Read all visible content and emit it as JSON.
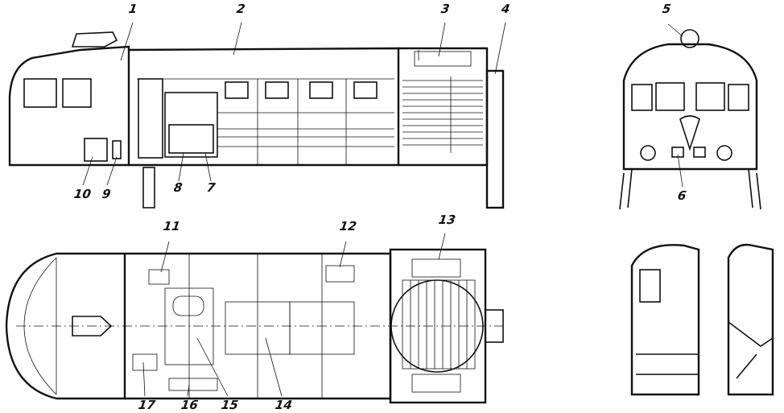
{
  "figure": {
    "views": [
      "side-view",
      "front-view",
      "top-view",
      "cab-side-views"
    ],
    "callouts": [
      {
        "id": "1",
        "label": "1"
      },
      {
        "id": "2",
        "label": "2"
      },
      {
        "id": "3",
        "label": "3"
      },
      {
        "id": "4",
        "label": "4"
      },
      {
        "id": "5",
        "label": "5"
      },
      {
        "id": "6",
        "label": "6"
      },
      {
        "id": "7",
        "label": "7"
      },
      {
        "id": "8",
        "label": "8"
      },
      {
        "id": "9",
        "label": "9"
      },
      {
        "id": "10",
        "label": "10"
      },
      {
        "id": "11",
        "label": "11"
      },
      {
        "id": "12",
        "label": "12"
      },
      {
        "id": "13",
        "label": "13"
      },
      {
        "id": "14",
        "label": "14"
      },
      {
        "id": "15",
        "label": "15"
      },
      {
        "id": "16",
        "label": "16"
      },
      {
        "id": "17",
        "label": "17"
      }
    ]
  }
}
